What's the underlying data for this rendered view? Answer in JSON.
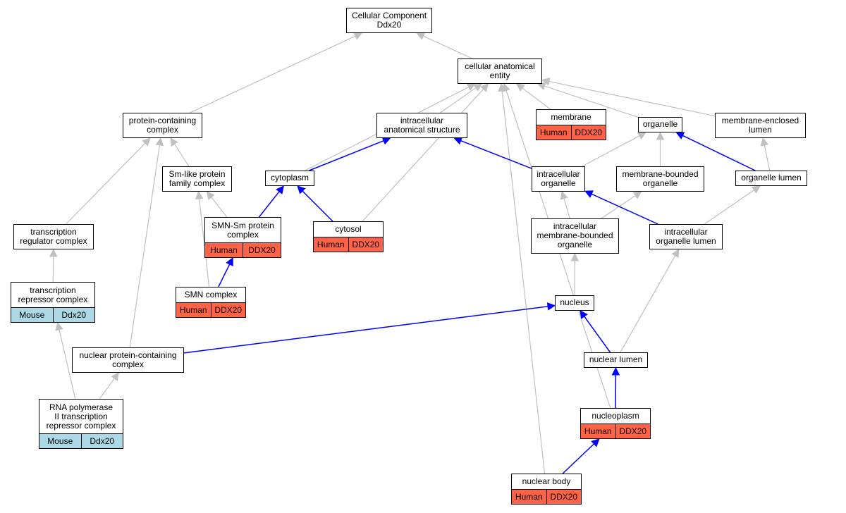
{
  "colors": {
    "human": "#ff6347",
    "mouse": "#add8e6",
    "gray_edge": "#c0c0c0",
    "blue_edge": "#0000ff",
    "border": "#000000"
  },
  "nodes": {
    "root": {
      "label": "Cellular Component\nDdx20"
    },
    "cae": {
      "label": "cellular anatomical\nentity"
    },
    "pcc": {
      "label": "protein-containing\ncomplex"
    },
    "ias": {
      "label": "intracellular\nanatomical structure"
    },
    "membrane": {
      "label": "membrane",
      "species": "Human",
      "gene": "DDX20"
    },
    "organelle": {
      "label": "organelle"
    },
    "mel": {
      "label": "membrane-enclosed\nlumen"
    },
    "smlike": {
      "label": "Sm-like protein\nfamily complex"
    },
    "cytoplasm": {
      "label": "cytoplasm"
    },
    "io": {
      "label": "intracellular\norganelle"
    },
    "mbo": {
      "label": "membrane-bounded\norganelle"
    },
    "ol": {
      "label": "organelle lumen"
    },
    "smnsm": {
      "label": "SMN-Sm protein\ncomplex",
      "species": "Human",
      "gene": "DDX20"
    },
    "cytosol": {
      "label": "cytosol",
      "species": "Human",
      "gene": "DDX20"
    },
    "trc": {
      "label": "transcription\nregulator complex"
    },
    "imbo": {
      "label": "intracellular\nmembrane-bounded\norganelle"
    },
    "iol": {
      "label": "intracellular\norganelle lumen"
    },
    "trepc": {
      "label": "transcription\nrepressor complex",
      "species": "Mouse",
      "gene": "Ddx20"
    },
    "smn": {
      "label": "SMN complex",
      "species": "Human",
      "gene": "DDX20"
    },
    "nucleus": {
      "label": "nucleus"
    },
    "npcc": {
      "label": "nuclear protein-containing\ncomplex"
    },
    "nlumen": {
      "label": "nuclear lumen"
    },
    "rnap": {
      "label": "RNA polymerase\nII transcription\nrepressor complex",
      "species": "Mouse",
      "gene": "Ddx20"
    },
    "nucleoplasm": {
      "label": "nucleoplasm",
      "species": "Human",
      "gene": "DDX20"
    },
    "nbody": {
      "label": "nuclear body",
      "species": "Human",
      "gene": "DDX20"
    }
  },
  "edges": [
    {
      "from": "cae",
      "to": "root",
      "color": "gray"
    },
    {
      "from": "pcc",
      "to": "root",
      "color": "gray"
    },
    {
      "from": "ias",
      "to": "cae",
      "color": "gray"
    },
    {
      "from": "membrane",
      "to": "cae",
      "color": "gray"
    },
    {
      "from": "organelle",
      "to": "cae",
      "color": "gray"
    },
    {
      "from": "mel",
      "to": "cae",
      "color": "gray"
    },
    {
      "from": "cytoplasm",
      "to": "cae",
      "color": "gray"
    },
    {
      "from": "cytosol",
      "to": "cae",
      "color": "gray"
    },
    {
      "from": "nucleoplasm",
      "to": "cae",
      "color": "gray"
    },
    {
      "from": "nbody",
      "to": "cae",
      "color": "gray"
    },
    {
      "from": "smlike",
      "to": "pcc",
      "color": "gray"
    },
    {
      "from": "trc",
      "to": "pcc",
      "color": "gray"
    },
    {
      "from": "npcc",
      "to": "pcc",
      "color": "gray"
    },
    {
      "from": "smnsm",
      "to": "smlike",
      "color": "gray"
    },
    {
      "from": "smn",
      "to": "smlike",
      "color": "gray"
    },
    {
      "from": "trepc",
      "to": "trc",
      "color": "gray"
    },
    {
      "from": "rnap",
      "to": "trepc",
      "color": "gray"
    },
    {
      "from": "rnap",
      "to": "npcc",
      "color": "gray"
    },
    {
      "from": "cytoplasm",
      "to": "ias",
      "color": "blue"
    },
    {
      "from": "io",
      "to": "ias",
      "color": "blue"
    },
    {
      "from": "io",
      "to": "organelle",
      "color": "gray"
    },
    {
      "from": "mbo",
      "to": "organelle",
      "color": "gray"
    },
    {
      "from": "ol",
      "to": "organelle",
      "color": "blue"
    },
    {
      "from": "ol",
      "to": "mel",
      "color": "gray"
    },
    {
      "from": "smnsm",
      "to": "cytoplasm",
      "color": "blue"
    },
    {
      "from": "cytosol",
      "to": "cytoplasm",
      "color": "blue"
    },
    {
      "from": "smn",
      "to": "smnsm",
      "color": "blue"
    },
    {
      "from": "imbo",
      "to": "io",
      "color": "gray"
    },
    {
      "from": "imbo",
      "to": "mbo",
      "color": "gray"
    },
    {
      "from": "iol",
      "to": "io",
      "color": "blue"
    },
    {
      "from": "iol",
      "to": "ol",
      "color": "gray"
    },
    {
      "from": "nucleus",
      "to": "imbo",
      "color": "gray"
    },
    {
      "from": "npcc",
      "to": "nucleus",
      "color": "blue"
    },
    {
      "from": "nlumen",
      "to": "nucleus",
      "color": "blue"
    },
    {
      "from": "nlumen",
      "to": "iol",
      "color": "gray"
    },
    {
      "from": "nucleoplasm",
      "to": "nlumen",
      "color": "blue"
    },
    {
      "from": "nbody",
      "to": "nucleoplasm",
      "color": "blue"
    }
  ]
}
